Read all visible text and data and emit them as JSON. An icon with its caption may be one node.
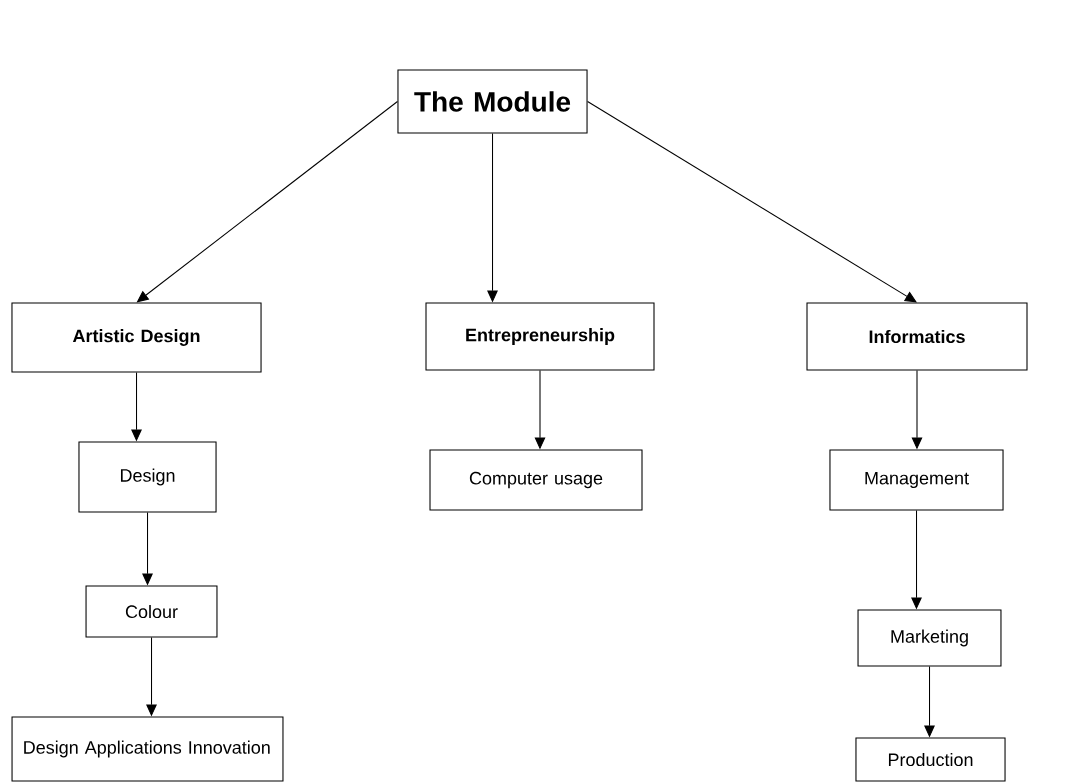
{
  "diagram": {
    "nodes": [
      {
        "text": [
          "The Module"
        ]
      },
      {
        "text": [
          "Artistic Design"
        ]
      },
      {
        "text": [
          "Entrepreneurship"
        ]
      },
      {
        "text": [
          "Informatics"
        ]
      },
      {
        "text": [
          "Design"
        ]
      },
      {
        "text": [
          "Computer usage"
        ]
      },
      {
        "text": [
          "Management"
        ]
      },
      {
        "text": [
          "Colour"
        ]
      },
      {
        "text": [
          "Marketing"
        ]
      },
      {
        "text": [
          "Design Applications Innovation"
        ]
      },
      {
        "text": [
          "Production"
        ]
      }
    ],
    "edges": [
      {
        "from": 0,
        "to": 1,
        "arrow": "to"
      },
      {
        "from": 0,
        "to": 2,
        "arrow": "to"
      },
      {
        "from": 0,
        "to": 3,
        "arrow": "to"
      },
      {
        "from": 1,
        "to": 4,
        "arrow": "to"
      },
      {
        "from": 4,
        "to": 7,
        "arrow": "to"
      },
      {
        "from": 7,
        "to": 9,
        "arrow": "to"
      },
      {
        "from": 2,
        "to": 5,
        "arrow": "to"
      },
      {
        "from": 3,
        "to": 6,
        "arrow": "to"
      },
      {
        "from": 6,
        "to": 8,
        "arrow": "to"
      },
      {
        "from": 8,
        "to": 10,
        "arrow": "to"
      }
    ]
  }
}
